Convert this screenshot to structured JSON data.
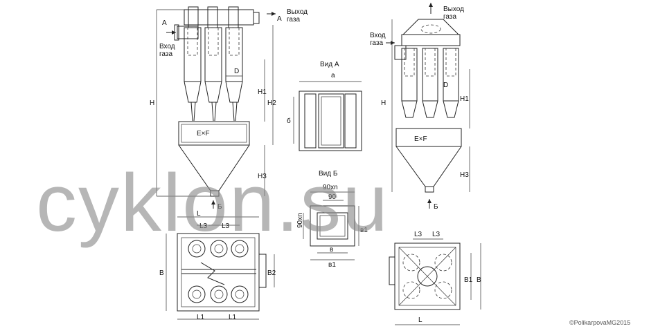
{
  "watermark": "cyklon.su",
  "copyright": "©PolikarpovaMG2015",
  "labels": {
    "gas_out": [
      "Выход",
      "газа"
    ],
    "gas_in": [
      "Вход",
      "газа"
    ],
    "arrow_A": "A",
    "arrow_B": "Б",
    "dim_H": "H",
    "dim_H1": "H1",
    "dim_H2": "H2",
    "dim_H3": "H3",
    "dim_D": "D",
    "dim_ExF": "E×F",
    "dim_L": "L",
    "dim_L1": "L1",
    "dim_L3": "L3",
    "dim_B": "B",
    "dim_B1": "B1",
    "dim_B2": "B2",
    "view_A": "Вид А",
    "view_B": "Вид Б",
    "dim_a": "a",
    "dim_b": "б",
    "dim_90xn": "90xn",
    "dim_90": "90",
    "dim_v": "в",
    "dim_v1": "в1"
  }
}
